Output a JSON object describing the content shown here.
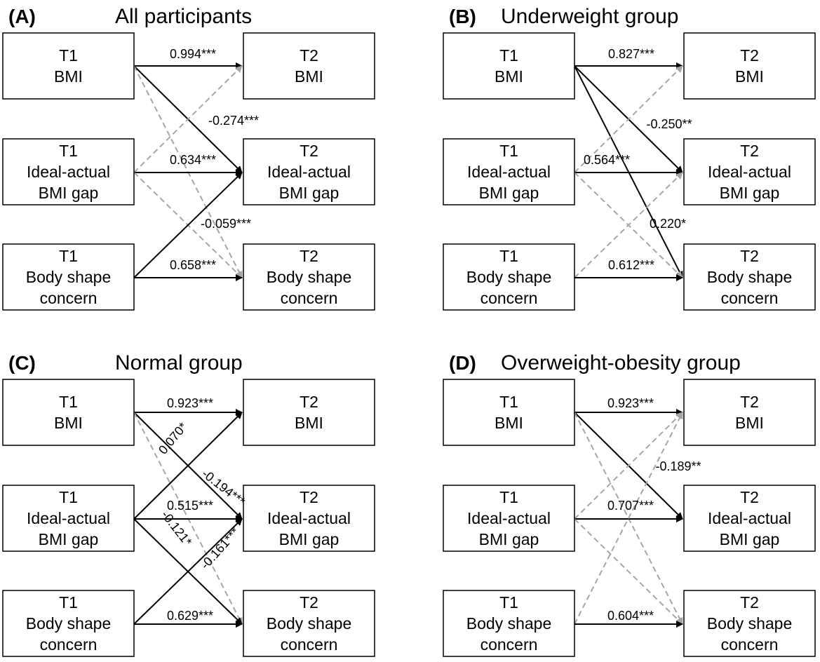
{
  "colors": {
    "significant": "#000000",
    "nonsignificant": "#a6a6a6"
  },
  "panels": [
    {
      "letter": "(A)",
      "title": "All participants",
      "left_nodes": [
        {
          "lines": [
            "T1",
            "BMI"
          ]
        },
        {
          "lines": [
            "T1",
            "Ideal-actual",
            "BMI gap"
          ]
        },
        {
          "lines": [
            "T1",
            "Body shape",
            "concern"
          ]
        }
      ],
      "right_nodes": [
        {
          "lines": [
            "T2",
            "BMI"
          ]
        },
        {
          "lines": [
            "T2",
            "Ideal-actual",
            "BMI gap"
          ]
        },
        {
          "lines": [
            "T2",
            "Body shape",
            "concern"
          ]
        }
      ],
      "paths": [
        {
          "from": 0,
          "to": 0,
          "significant": true,
          "label": "0.994***"
        },
        {
          "from": 0,
          "to": 1,
          "significant": true,
          "label": "-0.274***"
        },
        {
          "from": 0,
          "to": 2,
          "significant": false,
          "label": ""
        },
        {
          "from": 1,
          "to": 0,
          "significant": false,
          "label": ""
        },
        {
          "from": 1,
          "to": 1,
          "significant": true,
          "label": "0.634***"
        },
        {
          "from": 1,
          "to": 2,
          "significant": false,
          "label": ""
        },
        {
          "from": 2,
          "to": 1,
          "significant": true,
          "label": "-0.059***"
        },
        {
          "from": 2,
          "to": 2,
          "significant": true,
          "label": "0.658***"
        }
      ]
    },
    {
      "letter": "(B)",
      "title": "Underweight group",
      "left_nodes": [
        {
          "lines": [
            "T1",
            "BMI"
          ]
        },
        {
          "lines": [
            "T1",
            "Ideal-actual",
            "BMI gap"
          ]
        },
        {
          "lines": [
            "T1",
            "Body shape",
            "concern"
          ]
        }
      ],
      "right_nodes": [
        {
          "lines": [
            "T2",
            "BMI"
          ]
        },
        {
          "lines": [
            "T2",
            "Ideal-actual",
            "BMI gap"
          ]
        },
        {
          "lines": [
            "T2",
            "Body shape",
            "concern"
          ]
        }
      ],
      "paths": [
        {
          "from": 0,
          "to": 0,
          "significant": true,
          "label": "0.827***"
        },
        {
          "from": 0,
          "to": 1,
          "significant": true,
          "label": "-0.250**"
        },
        {
          "from": 0,
          "to": 2,
          "significant": true,
          "label": "0.220*"
        },
        {
          "from": 1,
          "to": 0,
          "significant": false,
          "label": ""
        },
        {
          "from": 1,
          "to": 1,
          "significant": true,
          "label": "0.564***"
        },
        {
          "from": 1,
          "to": 2,
          "significant": false,
          "label": ""
        },
        {
          "from": 2,
          "to": 1,
          "significant": false,
          "label": ""
        },
        {
          "from": 2,
          "to": 2,
          "significant": true,
          "label": "0.612***"
        }
      ]
    },
    {
      "letter": "(C)",
      "title": "Normal group",
      "left_nodes": [
        {
          "lines": [
            "T1",
            "BMI"
          ]
        },
        {
          "lines": [
            "T1",
            "Ideal-actual",
            "BMI gap"
          ]
        },
        {
          "lines": [
            "T1",
            "Body shape",
            "concern"
          ]
        }
      ],
      "right_nodes": [
        {
          "lines": [
            "T2",
            "BMI"
          ]
        },
        {
          "lines": [
            "T2",
            "Ideal-actual",
            "BMI gap"
          ]
        },
        {
          "lines": [
            "T2",
            "Body shape",
            "concern"
          ]
        }
      ],
      "paths": [
        {
          "from": 0,
          "to": 0,
          "significant": true,
          "label": "0.923***"
        },
        {
          "from": 0,
          "to": 1,
          "significant": true,
          "label": "-0.194***"
        },
        {
          "from": 0,
          "to": 2,
          "significant": false,
          "label": ""
        },
        {
          "from": 1,
          "to": 0,
          "significant": true,
          "label": "0.070*"
        },
        {
          "from": 1,
          "to": 1,
          "significant": true,
          "label": "0.515***"
        },
        {
          "from": 1,
          "to": 2,
          "significant": true,
          "label": "-0.121*"
        },
        {
          "from": 2,
          "to": 1,
          "significant": true,
          "label": "-0.161***"
        },
        {
          "from": 2,
          "to": 2,
          "significant": true,
          "label": "0.629***"
        }
      ]
    },
    {
      "letter": "(D)",
      "title": "Overweight-obesity group",
      "left_nodes": [
        {
          "lines": [
            "T1",
            "BMI"
          ]
        },
        {
          "lines": [
            "T1",
            "Ideal-actual",
            "BMI gap"
          ]
        },
        {
          "lines": [
            "T1",
            "Body shape",
            "concern"
          ]
        }
      ],
      "right_nodes": [
        {
          "lines": [
            "T2",
            "BMI"
          ]
        },
        {
          "lines": [
            "T2",
            "Ideal-actual",
            "BMI gap"
          ]
        },
        {
          "lines": [
            "T2",
            "Body shape",
            "concern"
          ]
        }
      ],
      "paths": [
        {
          "from": 0,
          "to": 0,
          "significant": true,
          "label": "0.923***"
        },
        {
          "from": 0,
          "to": 1,
          "significant": true,
          "label": "-0.189**"
        },
        {
          "from": 0,
          "to": 2,
          "significant": false,
          "label": ""
        },
        {
          "from": 1,
          "to": 0,
          "significant": false,
          "label": ""
        },
        {
          "from": 1,
          "to": 1,
          "significant": true,
          "label": "0.707***"
        },
        {
          "from": 1,
          "to": 2,
          "significant": false,
          "label": ""
        },
        {
          "from": 2,
          "to": 0,
          "significant": false,
          "label": ""
        },
        {
          "from": 2,
          "to": 2,
          "significant": true,
          "label": "0.604***"
        }
      ]
    }
  ]
}
